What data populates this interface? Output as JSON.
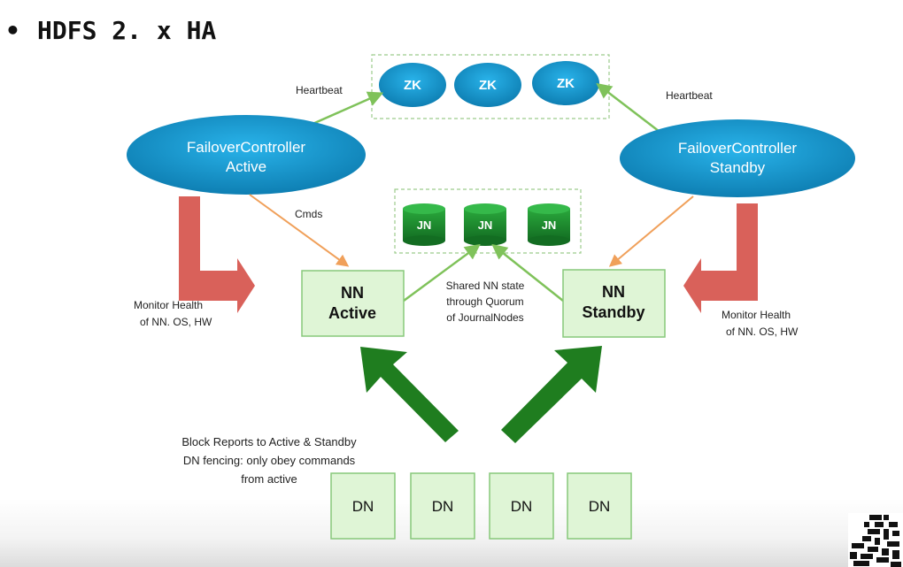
{
  "title": "HDFS 2. x HA",
  "bullet": "•",
  "zk": {
    "nodes": [
      "ZK",
      "ZK",
      "ZK"
    ]
  },
  "heartbeat_left": "Heartbeat",
  "heartbeat_right": "Heartbeat",
  "failover_active": {
    "line1": "FailoverController",
    "line2": "Active"
  },
  "failover_standby": {
    "line1": "FailoverController",
    "line2": "Standby"
  },
  "cmds": "Cmds",
  "jn": {
    "nodes": [
      "JN",
      "JN",
      "JN"
    ]
  },
  "nn_active": {
    "line1": "NN",
    "line2": "Active"
  },
  "nn_standby": {
    "line1": "NN",
    "line2": "Standby"
  },
  "shared_state": {
    "line1": "Shared NN state",
    "line2": "through Quorum",
    "line3": "of JournalNodes"
  },
  "monitor_left": {
    "line1": "Monitor Health",
    "line2": "of NN. OS, HW"
  },
  "monitor_right": {
    "line1": "Monitor Health",
    "line2": "of NN. OS, HW"
  },
  "block_reports": {
    "line1": "Block Reports to Active & Standby",
    "line2": "DN fencing: only obey commands",
    "line3": "from active"
  },
  "dn": {
    "nodes": [
      "DN",
      "DN",
      "DN",
      "DN"
    ]
  },
  "colors": {
    "ellipse_blue": "#1aa0d8",
    "ellipse_blue_dark": "#0e7fb3",
    "box_green_fill": "#dff5d6",
    "box_green_border": "#87c87a",
    "jn_green": "#1c8a2d",
    "big_arrow_green": "#1f7d1f",
    "red_arrow": "#d9615a",
    "orange_line": "#f0a05a",
    "light_green_line": "#7fc25a",
    "dashed_border": "#9ccc8c"
  }
}
